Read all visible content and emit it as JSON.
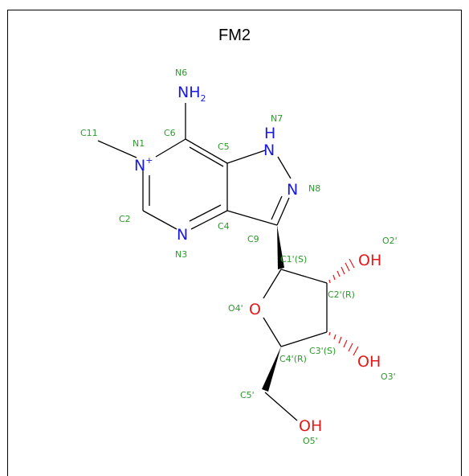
{
  "title": "FM2",
  "atoms": {
    "N6": "NH",
    "N6_sub": "2",
    "N1": "N",
    "N1_charge": "+",
    "N7": "H",
    "N7b": "N",
    "N8": "N",
    "N3": "N",
    "O2": "OH",
    "O4": "O",
    "O3": "OH",
    "O5": "OH"
  },
  "labels": {
    "N6": "N6",
    "N7": "N7",
    "C11": "C11",
    "N1": "N1",
    "C6": "C6",
    "C5": "C5",
    "N8": "N8",
    "C2": "C2",
    "C4": "C4",
    "N3": "N3",
    "C9": "C9",
    "O2p": "O2'",
    "C1p": "C1'(S)",
    "O4p": "O4'",
    "C2p": "C2'(R)",
    "C3p": "C3'(S)",
    "C4p": "C4'(R)",
    "O3p": "O3'",
    "C5p": "C5'",
    "O5p": "O5'"
  },
  "colors": {
    "carbon_label": "#2c9a2c",
    "nitrogen": "#1a1adb",
    "oxygen": "#e01a1a",
    "bond": "#000000"
  }
}
